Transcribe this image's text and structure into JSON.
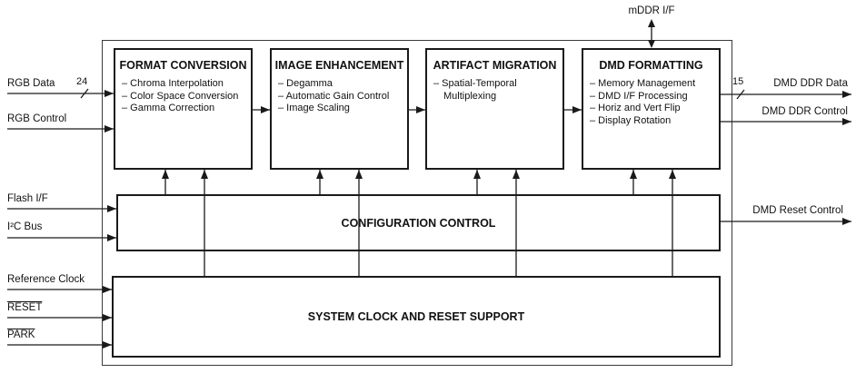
{
  "diagram": {
    "external_memory_label": "mDDR I/F",
    "blocks": [
      {
        "title": "FORMAT CONVERSION",
        "items": [
          "– Chroma Interpolation",
          "– Color Space Conversion",
          "– Gamma Correction"
        ]
      },
      {
        "title": "IMAGE ENHANCEMENT",
        "items": [
          "– Degamma",
          "– Automatic Gain Control",
          "– Image Scaling"
        ]
      },
      {
        "title": "ARTIFACT MIGRATION",
        "items": [
          "– Spatial-Temporal Multiplexing"
        ]
      },
      {
        "title": "DMD FORMATTING",
        "items": [
          "– Memory Management",
          "– DMD I/F Processing",
          "– Horiz and Vert Flip",
          "– Display Rotation"
        ]
      }
    ],
    "config_bar_title": "CONFIGURATION CONTROL",
    "sysclk_bar_title": "SYSTEM CLOCK AND RESET SUPPORT",
    "inputs": [
      {
        "label": "RGB Data",
        "bus_width": "24"
      },
      {
        "label": "RGB Control"
      },
      {
        "label": "Flash I/F"
      },
      {
        "label": "I²C Bus"
      },
      {
        "label": "Reference Clock"
      },
      {
        "label": "RESET"
      },
      {
        "label": "PARK"
      }
    ],
    "outputs": [
      {
        "label": "DMD DDR Data",
        "bus_width": "15"
      },
      {
        "label": "DMD DDR Control"
      },
      {
        "label": "DMD Reset Control"
      }
    ],
    "line_color": "#1a1a1a"
  }
}
